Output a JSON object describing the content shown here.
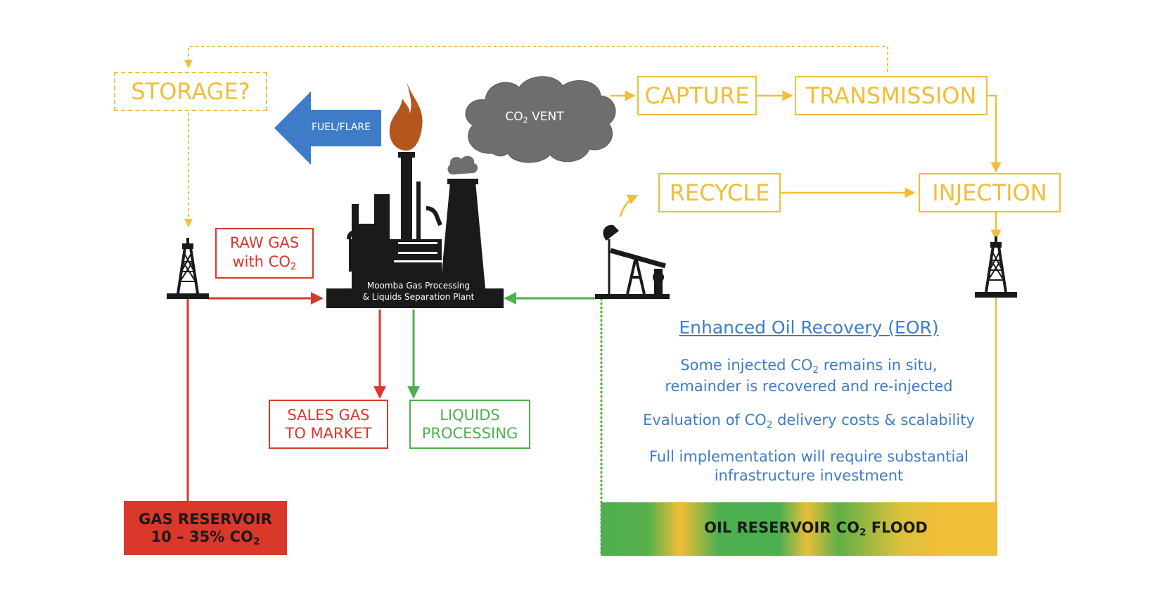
{
  "boxes": {
    "storage": "STORAGE?",
    "capture": "CAPTURE",
    "transmission": "TRANSMISSION",
    "recycle": "RECYCLE",
    "injection": "INJECTION",
    "raw_gas_line1": "RAW GAS",
    "raw_gas_line2": "with CO",
    "raw_gas_sub": "2",
    "sales_gas_line1": "SALES GAS",
    "sales_gas_line2": "TO MARKET",
    "liquids_line1": "LIQUIDS",
    "liquids_line2": "PROCESSING",
    "gas_reservoir_line1": "GAS RESERVOIR",
    "gas_reservoir_line2": "10 – 35% CO",
    "gas_reservoir_sub": "2",
    "oil_reservoir_pre": "OIL RESERVOIR CO",
    "oil_reservoir_sub": "2",
    "oil_reservoir_post": " FLOOD"
  },
  "arrows": {
    "fuel_flare": "FUEL/FLARE"
  },
  "cloud": {
    "pre": "CO",
    "sub": "2",
    "post": " VENT"
  },
  "plant": {
    "line1": "Moomba Gas Processing",
    "line2": "& Liquids Separation Plant"
  },
  "eor": {
    "title": "Enhanced Oil Recovery (EOR)",
    "p1_a": "Some injected CO",
    "p1_sub": "2",
    "p1_b": " remains in situ,",
    "p1_line2": "remainder is recovered and re-injected",
    "p2_a": "Evaluation of CO",
    "p2_sub": "2",
    "p2_b": " delivery costs & scalability",
    "p3_line1": "Full implementation will require substantial",
    "p3_line2": "infrastructure investment"
  },
  "colors": {
    "yellow": "#F0BE38",
    "red": "#D9382B",
    "green": "#4CAF50",
    "blue": "#3E7CC8",
    "cloud_gray": "#6E6E6E",
    "flame": "#B5561F",
    "black": "#1A1A1A"
  },
  "icons": [
    "derrick-icon",
    "pumpjack-icon",
    "refinery-icon",
    "flame-icon",
    "cloud-icon"
  ]
}
